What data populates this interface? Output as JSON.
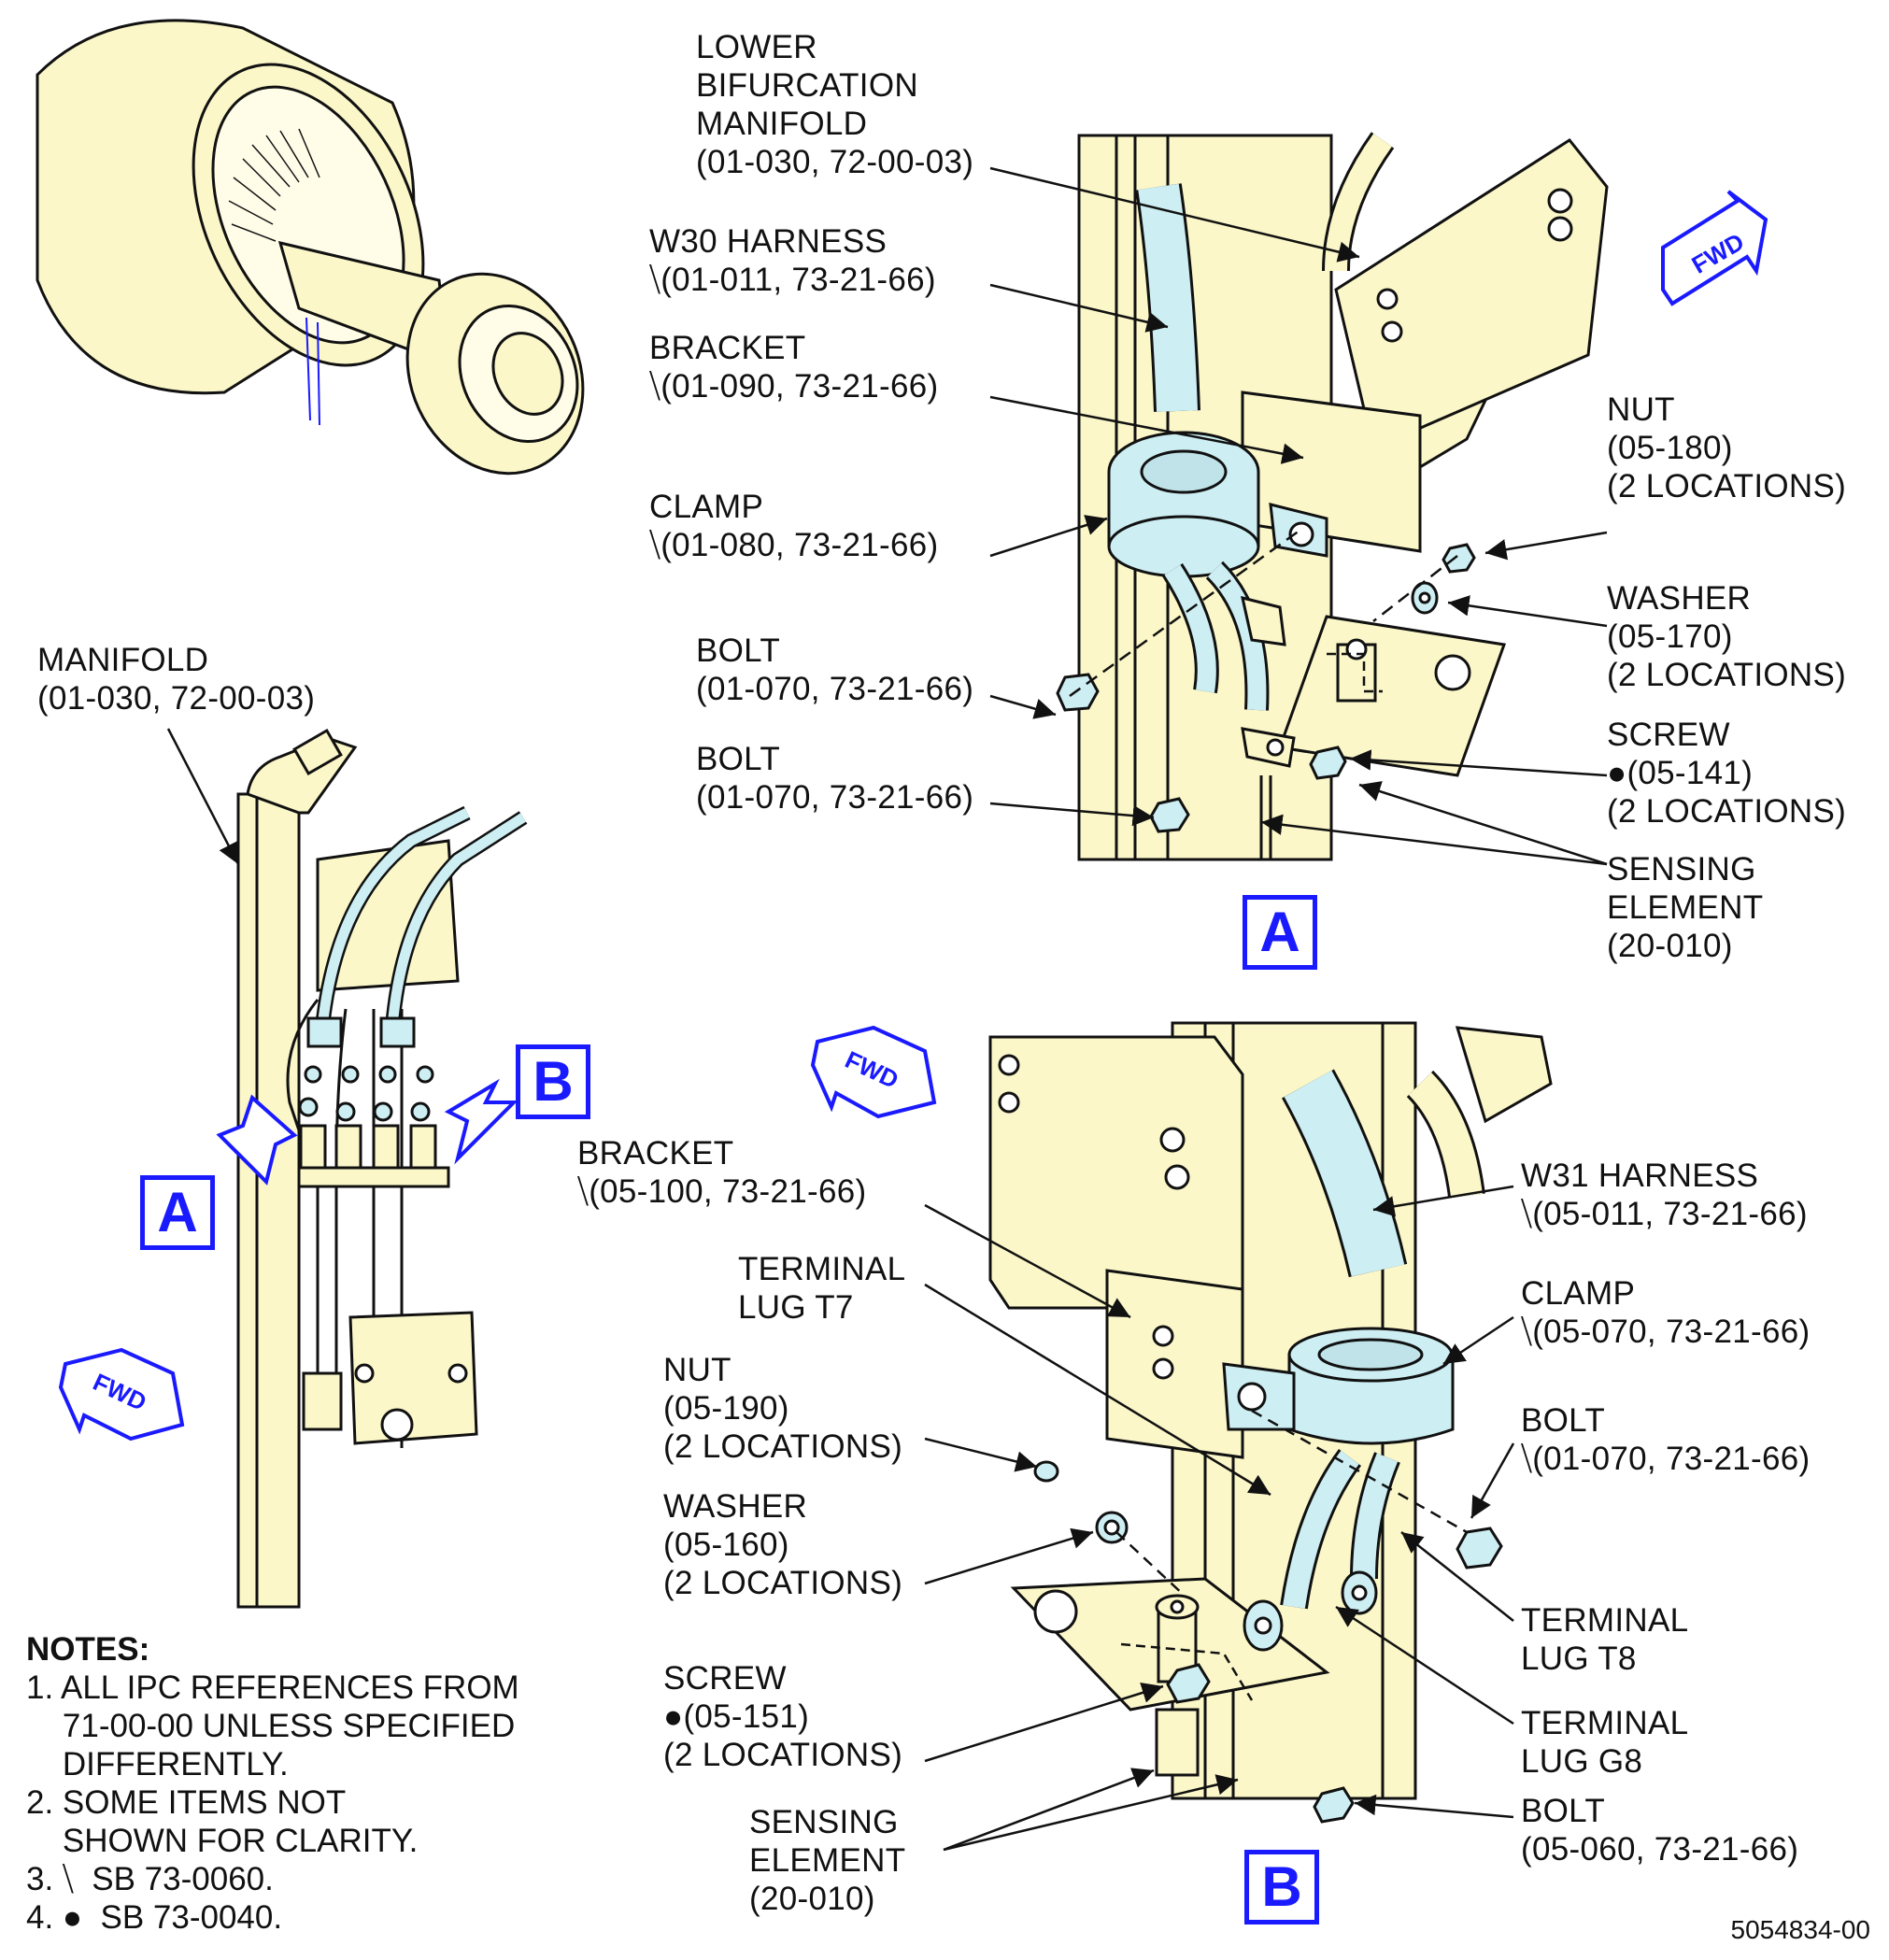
{
  "callouts": {
    "lower_bifurcation_manifold": "LOWER\nBIFURCATION\nMANIFOLD\n(01-030, 72-00-03)",
    "w30_harness": "W30 HARNESS\n⧹(01-011, 73-21-66)",
    "bracket_a": "BRACKET\n⧹(01-090, 73-21-66)",
    "clamp_a": "CLAMP\n⧹(01-080, 73-21-66)",
    "bolt_a1": "BOLT\n(01-070, 73-21-66)",
    "bolt_a2": "BOLT\n(01-070, 73-21-66)",
    "nut_a": "NUT\n(05-180)\n(2 LOCATIONS)",
    "washer_a": "WASHER\n(05-170)\n(2 LOCATIONS)",
    "screw_a": "SCREW\n●(05-141)\n(2 LOCATIONS)",
    "sensing_element_a": "SENSING\nELEMENT\n(20-010)",
    "manifold": "MANIFOLD\n(01-030, 72-00-03)",
    "bracket_b": "BRACKET\n⧹(05-100, 73-21-66)",
    "terminal_lug_t7": "TERMINAL\nLUG T7",
    "nut_b": "NUT\n(05-190)\n(2 LOCATIONS)",
    "washer_b": "WASHER\n(05-160)\n(2 LOCATIONS)",
    "screw_b": "SCREW\n●(05-151)\n(2 LOCATIONS)",
    "sensing_element_b": "SENSING\nELEMENT\n(20-010)",
    "w31_harness": "W31 HARNESS\n⧹(05-011, 73-21-66)",
    "clamp_b": "CLAMP\n⧹(05-070, 73-21-66)",
    "bolt_b1": "BOLT\n⧹(01-070, 73-21-66)",
    "terminal_lug_t8": "TERMINAL\nLUG T8",
    "terminal_lug_g8": "TERMINAL\nLUG G8",
    "bolt_b2": "BOLT\n(05-060, 73-21-66)"
  },
  "views": {
    "a_detail": "A",
    "b_detail": "B",
    "a_overview": "A",
    "b_overview": "B"
  },
  "fwd_label": "FWD",
  "notes": {
    "title": "NOTES:",
    "items": [
      "1. ALL IPC REFERENCES FROM\n    71-00-00 UNLESS SPECIFIED\n    DIFFERENTLY.",
      "2. SOME ITEMS NOT\n    SHOWN FOR CLARITY.",
      "3. ⧹  SB 73-0060.",
      "4. ●  SB 73-0040."
    ]
  },
  "doc_number": "5054834-00",
  "colors": {
    "part_fill": "#fbf7c9",
    "harness_fill": "#cdeef2",
    "view_blue": "#1a1aff",
    "line": "#111111"
  }
}
